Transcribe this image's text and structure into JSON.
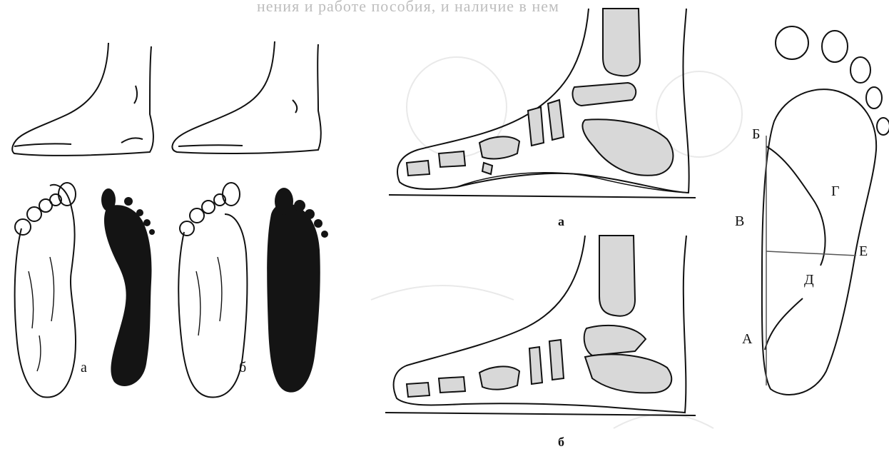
{
  "header_text": "нения и работе пособия, и наличие в нем",
  "left_panel": {
    "label_a": "а",
    "label_b": "б"
  },
  "middle_panel": {
    "label_a": "а",
    "label_b": "б"
  },
  "right_panel": {
    "point_A": "А",
    "point_B": "Б",
    "point_V": "В",
    "point_G": "Г",
    "point_D": "Д",
    "point_E": "Е"
  },
  "colors": {
    "ink": "#111111",
    "footprint": "#141414",
    "bone_fill": "#d8d8d8",
    "ghost": "#d9d9d9"
  }
}
